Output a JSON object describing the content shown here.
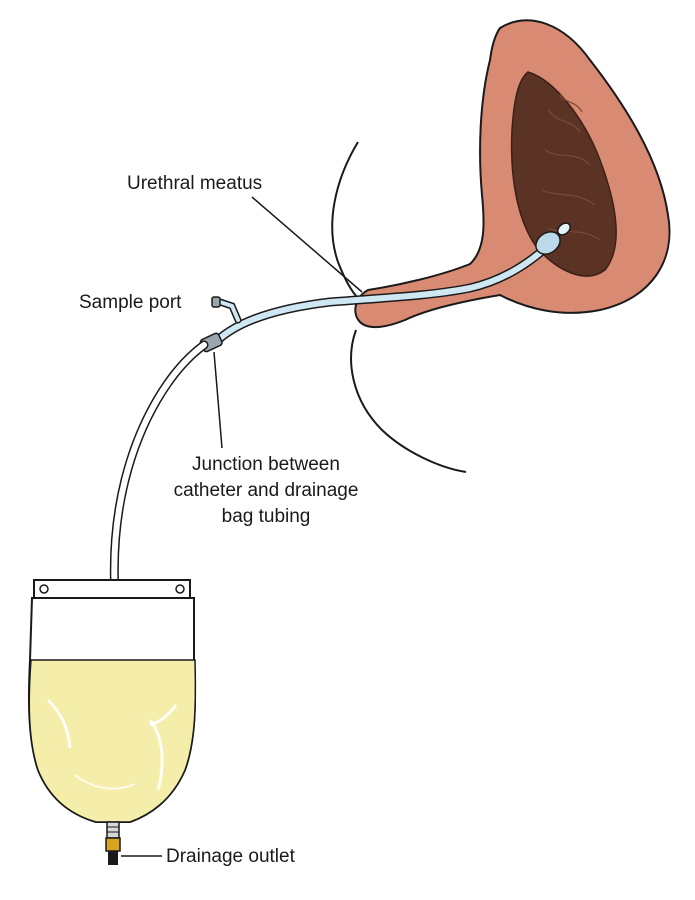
{
  "labels": {
    "urethral_meatus": "Urethral meatus",
    "sample_port": "Sample port",
    "junction": "Junction between catheter and drainage bag tubing",
    "drainage_outlet": "Drainage outlet"
  },
  "colors": {
    "bladder_wall": "#d98a72",
    "bladder_lumen": "#5a3325",
    "catheter": "#cfe6f3",
    "urine": "#f4eeaa",
    "outline": "#1a1a1a"
  }
}
